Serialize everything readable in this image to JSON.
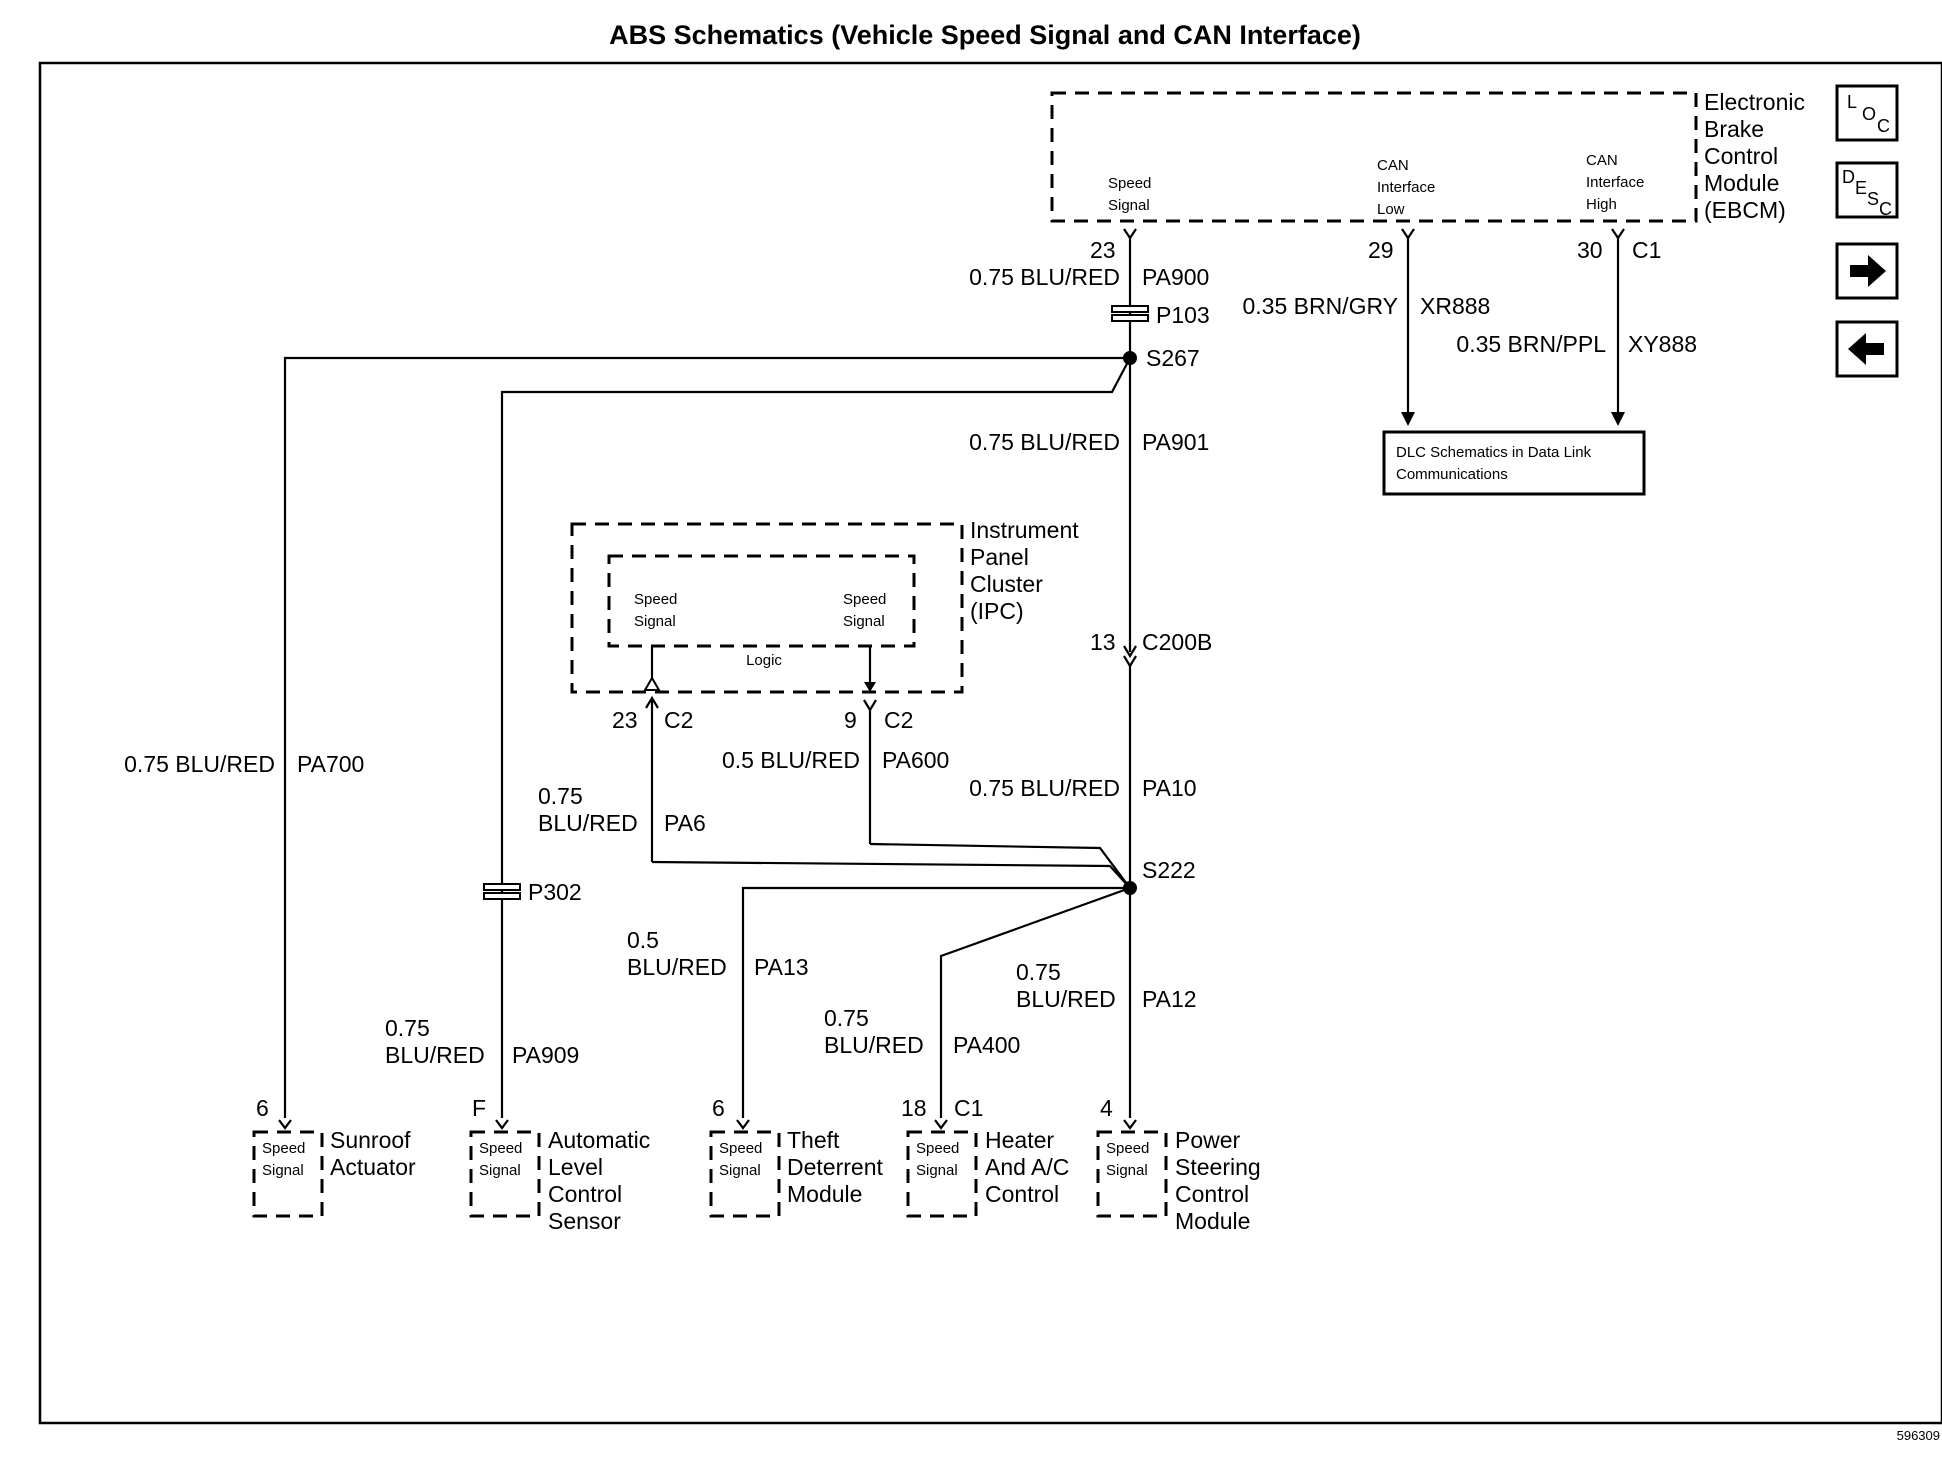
{
  "title": "ABS Schematics (Vehicle Speed Signal and CAN Interface)",
  "figure_id": "596309",
  "nav": {
    "loc": [
      "L",
      "O",
      "C"
    ],
    "desc": [
      "D",
      "E",
      "S",
      "C"
    ]
  },
  "ebcm": {
    "name_lines": [
      "Electronic",
      "Brake",
      "Control",
      "Module",
      "(EBCM)"
    ],
    "pin_speed_lines": [
      "Speed",
      "Signal"
    ],
    "pin_can_low_lines": [
      "CAN",
      "Interface",
      "Low"
    ],
    "pin_can_high_lines": [
      "CAN",
      "Interface",
      "High"
    ],
    "pin_23": "23",
    "pin_29": "29",
    "pin_30": "30",
    "connector": "C1"
  },
  "dlc": {
    "line1": "DLC Schematics in Data Link",
    "line2": "Communications"
  },
  "ipc": {
    "name_lines": [
      "Instrument",
      "Panel",
      "Cluster",
      "(IPC)"
    ],
    "logic": "Logic",
    "pin_left_lines": [
      "Speed",
      "Signal"
    ],
    "pin_right_lines": [
      "Speed",
      "Signal"
    ],
    "pin_23": "23",
    "pin_9": "9",
    "conn_a": "C2",
    "conn_b": "C2"
  },
  "wires": {
    "pa900": {
      "gauge": "0.75 BLU/RED",
      "circuit": "PA900"
    },
    "xr888": {
      "gauge": "0.35 BRN/GRY",
      "circuit": "XR888"
    },
    "xy888": {
      "gauge": "0.35 BRN/PPL",
      "circuit": "XY888"
    },
    "pa901": {
      "gauge": "0.75 BLU/RED",
      "circuit": "PA901"
    },
    "pa700": {
      "gauge": "0.75 BLU/RED",
      "circuit": "PA700"
    },
    "pa600": {
      "gauge": "0.5 BLU/RED",
      "circuit": "PA600"
    },
    "pa6": {
      "gauge_lines": [
        "0.75",
        "BLU/RED"
      ],
      "circuit": "PA6"
    },
    "pa10": {
      "gauge": "0.75 BLU/RED",
      "circuit": "PA10"
    },
    "pa13": {
      "gauge_lines": [
        "0.5",
        "BLU/RED"
      ],
      "circuit": "PA13"
    },
    "pa12": {
      "gauge_lines": [
        "0.75",
        "BLU/RED"
      ],
      "circuit": "PA12"
    },
    "pa400": {
      "gauge_lines": [
        "0.75",
        "BLU/RED"
      ],
      "circuit": "PA400"
    },
    "pa909": {
      "gauge_lines": [
        "0.75",
        "BLU/RED"
      ],
      "circuit": "PA909"
    }
  },
  "connectors": {
    "p103": "P103",
    "s267": "S267",
    "c200b_pin": "13",
    "c200b": "C200B",
    "s222": "S222",
    "p302": "P302"
  },
  "modules": [
    {
      "pin": "6",
      "connector": "",
      "box_lines": [
        "Speed",
        "Signal"
      ],
      "name_lines": [
        "Sunroof",
        "Actuator"
      ]
    },
    {
      "pin": "F",
      "connector": "",
      "box_lines": [
        "Speed",
        "Signal"
      ],
      "name_lines": [
        "Automatic",
        "Level",
        "Control",
        "Sensor"
      ]
    },
    {
      "pin": "6",
      "connector": "",
      "box_lines": [
        "Speed",
        "Signal"
      ],
      "name_lines": [
        "Theft",
        "Deterrent",
        "Module"
      ]
    },
    {
      "pin": "18",
      "connector": "C1",
      "box_lines": [
        "Speed",
        "Signal"
      ],
      "name_lines": [
        "Heater",
        "And A/C",
        "Control"
      ]
    },
    {
      "pin": "4",
      "connector": "",
      "box_lines": [
        "Speed",
        "Signal"
      ],
      "name_lines": [
        "Power",
        "Steering",
        "Control",
        "Module"
      ]
    }
  ]
}
